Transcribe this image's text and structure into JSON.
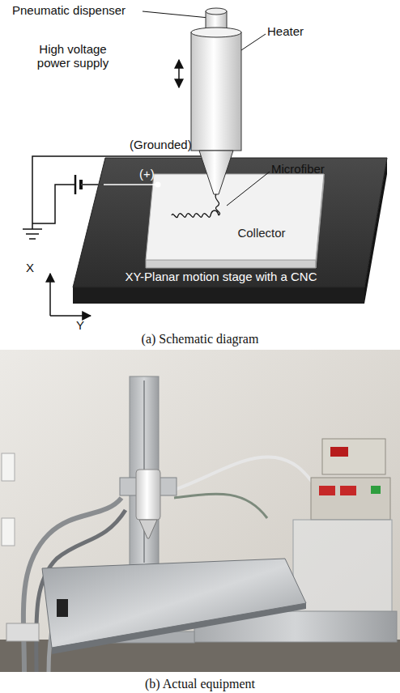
{
  "diagram": {
    "nodes": [
      {
        "text": [
          "XY-Planar motion stage with a CNC"
        ]
      },
      {
        "text": [
          "Collector"
        ],
        "in": 0
      }
    ],
    "labels": [
      "Pneumatic dispenser",
      "Heater",
      "High voltage power supply",
      "(Grounded)",
      "(+)",
      "Microfiber",
      "X",
      "Y",
      "(a) Schematic diagram",
      "(b) Actual equipment"
    ]
  }
}
